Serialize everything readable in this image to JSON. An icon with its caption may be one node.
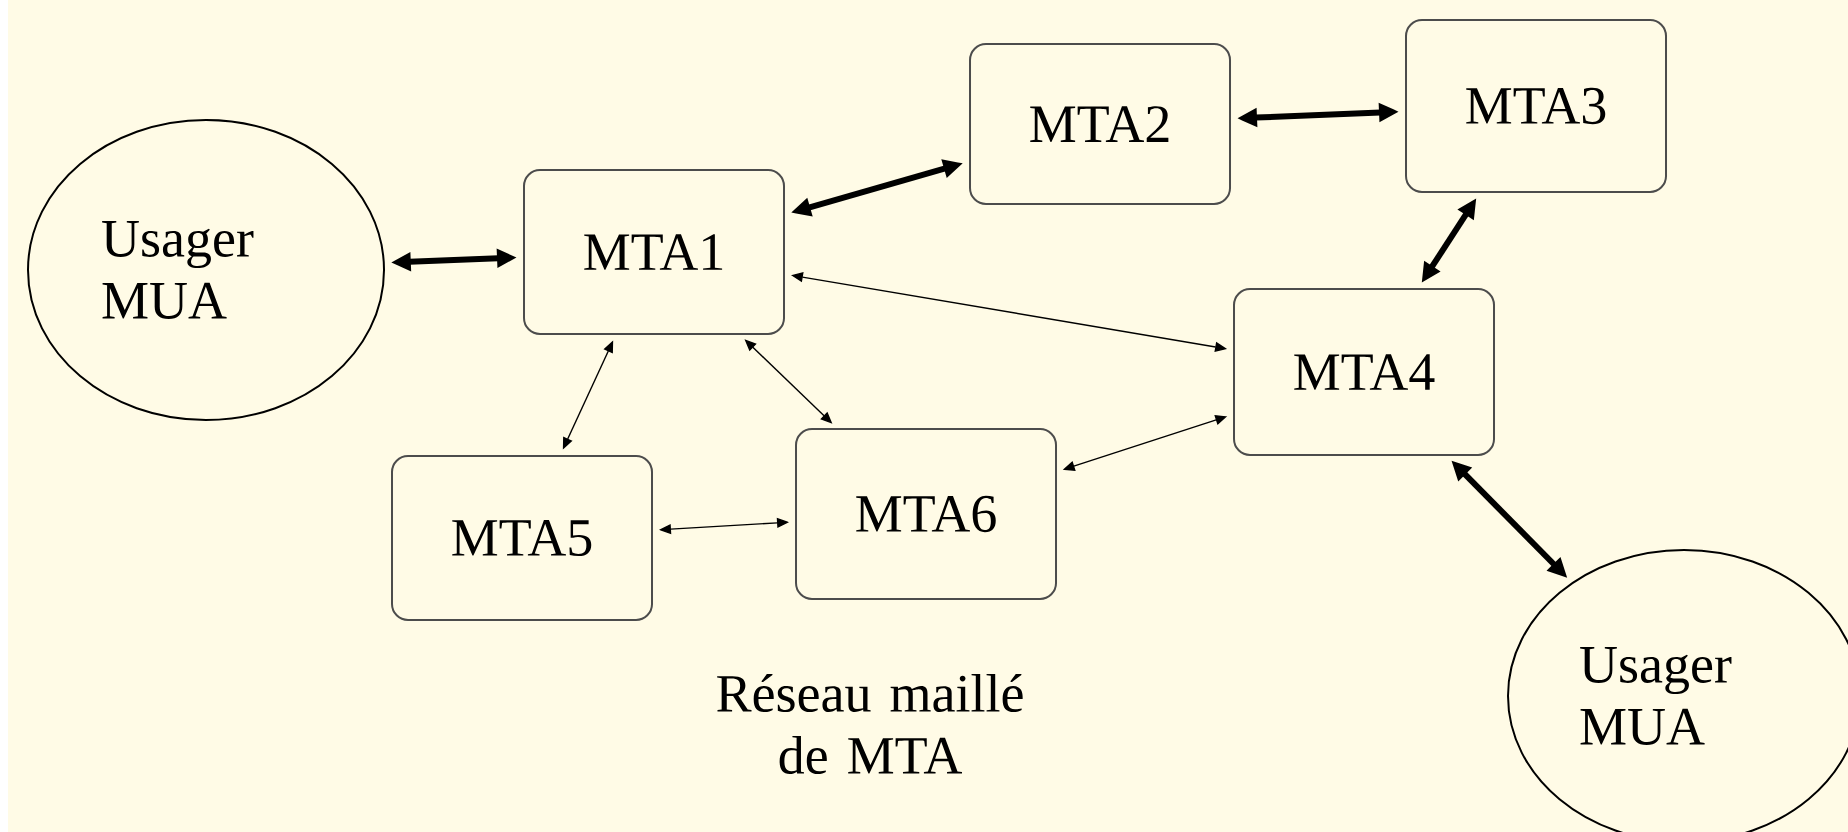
{
  "diagram": {
    "nodes": [
      {
        "text": [
          "Usager MUA"
        ]
      },
      {
        "text": [
          "MTA1"
        ]
      },
      {
        "text": [
          "MTA2"
        ]
      },
      {
        "text": [
          "MTA3"
        ]
      },
      {
        "text": [
          "MTA4"
        ]
      },
      {
        "text": [
          "MTA5"
        ]
      },
      {
        "text": [
          "MTA6"
        ]
      },
      {
        "text": [
          "Usager MUA"
        ]
      }
    ],
    "edges": [
      {
        "from": 0,
        "to": 1,
        "arrow": "both",
        "style": "thick"
      },
      {
        "from": 1,
        "to": 2,
        "arrow": "both",
        "style": "thick"
      },
      {
        "from": 2,
        "to": 3,
        "arrow": "both",
        "style": "thick"
      },
      {
        "from": 3,
        "to": 4,
        "arrow": "both",
        "style": "thick"
      },
      {
        "from": 1,
        "to": 4,
        "arrow": "both"
      },
      {
        "from": 1,
        "to": 5,
        "arrow": "both"
      },
      {
        "from": 1,
        "to": 6,
        "arrow": "both"
      },
      {
        "from": 5,
        "to": 6,
        "arrow": "both"
      },
      {
        "from": 6,
        "to": 4,
        "arrow": "both"
      },
      {
        "from": 4,
        "to": 7,
        "arrow": "both",
        "style": "thick"
      }
    ],
    "labels": [
      "Réseau maillé de MTA"
    ]
  }
}
